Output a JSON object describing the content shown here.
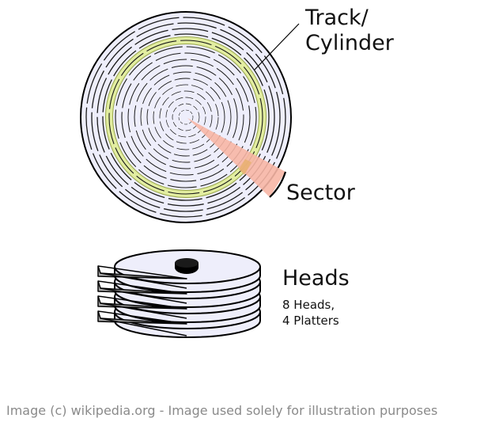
{
  "labels": {
    "track_line1": "Track/",
    "track_line2": "Cylinder",
    "sector": "Sector",
    "heads": "Heads",
    "heads_count": "8 Heads,",
    "platters_count": "4 Platters"
  },
  "credit": "Image (c) wikipedia.org - Image used solely for illustration purposes",
  "colors": {
    "platter_fill": "#eeeefb",
    "track_highlight": "#e2eda0",
    "sector_fill": "#f7b6a5",
    "head_arm": "#a9a9a9",
    "spindle": "#000000",
    "credit_text": "#8a8a8a"
  }
}
